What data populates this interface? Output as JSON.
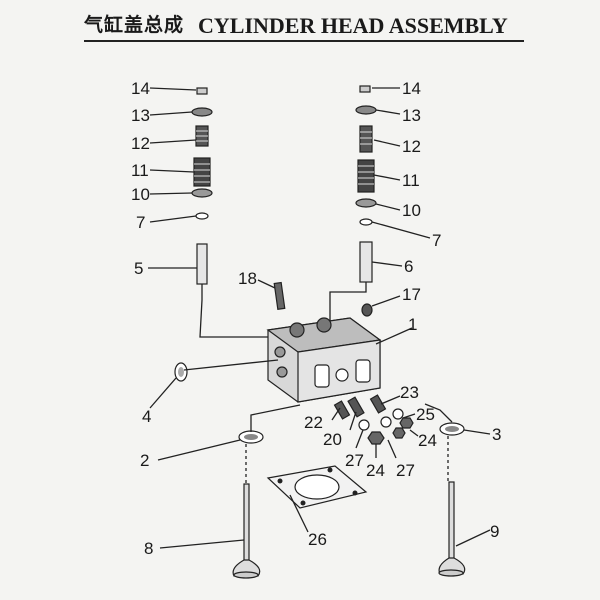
{
  "title": {
    "chinese": "气缸盖总成",
    "english": "CYLINDER HEAD ASSEMBLY"
  },
  "callouts": [
    {
      "id": "left-14",
      "number": "14"
    },
    {
      "id": "left-13",
      "number": "13"
    },
    {
      "id": "left-12",
      "number": "12"
    },
    {
      "id": "left-11",
      "number": "11"
    },
    {
      "id": "left-10",
      "number": "10"
    },
    {
      "id": "left-7",
      "number": "7"
    },
    {
      "id": "left-5",
      "number": "5"
    },
    {
      "id": "right-14",
      "number": "14"
    },
    {
      "id": "right-13",
      "number": "13"
    },
    {
      "id": "right-12",
      "number": "12"
    },
    {
      "id": "right-11",
      "number": "11"
    },
    {
      "id": "right-10",
      "number": "10"
    },
    {
      "id": "right-7",
      "number": "7"
    },
    {
      "id": "right-6",
      "number": "6"
    },
    {
      "id": "c-18",
      "number": "18"
    },
    {
      "id": "c-17",
      "number": "17"
    },
    {
      "id": "c-1",
      "number": "1"
    },
    {
      "id": "c-4",
      "number": "4"
    },
    {
      "id": "c-23",
      "number": "23"
    },
    {
      "id": "c-22",
      "number": "22"
    },
    {
      "id": "c-25",
      "number": "25"
    },
    {
      "id": "c-20",
      "number": "20"
    },
    {
      "id": "c-24a",
      "number": "24"
    },
    {
      "id": "c-3",
      "number": "3"
    },
    {
      "id": "c-2",
      "number": "2"
    },
    {
      "id": "c-27a",
      "number": "27"
    },
    {
      "id": "c-24b",
      "number": "24"
    },
    {
      "id": "c-27b",
      "number": "27"
    },
    {
      "id": "c-26",
      "number": "26"
    },
    {
      "id": "c-8",
      "number": "8"
    },
    {
      "id": "c-9",
      "number": "9"
    }
  ]
}
